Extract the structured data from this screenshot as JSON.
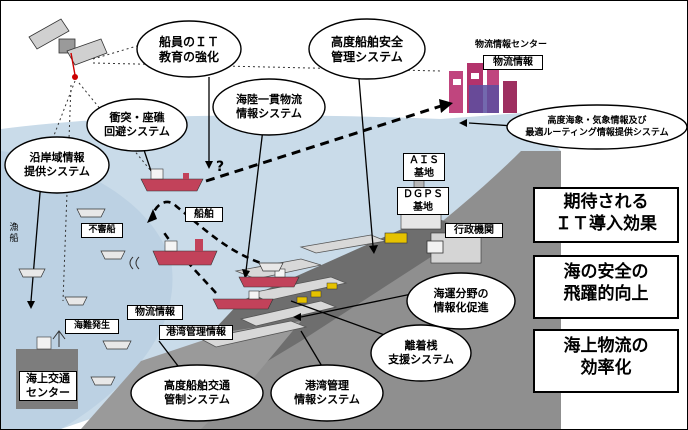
{
  "bubbles": {
    "crew_it": [
      "船員のＩＴ",
      "教育の強化"
    ],
    "advanced_safety": [
      "高度船舶安全",
      "管理システム"
    ],
    "collision": [
      "衝突・座礁",
      "回避システム"
    ],
    "intermodal": [
      "海陸一貫物流",
      "情報システム"
    ],
    "coastal": [
      "沿岸域情報",
      "提供システム"
    ],
    "port_it": [
      "海運分野の",
      "情報化促進"
    ],
    "berthing": [
      "離着桟",
      "支援システム"
    ],
    "vts": [
      "高度船舶交通",
      "管制システム"
    ],
    "port_mgmt": [
      "港湾管理",
      "情報システム"
    ]
  },
  "labels": {
    "logistics_center": "物流情報センター",
    "logistics_info": "物流情報",
    "weather": [
      "高度海象・気象情報及び",
      "最適ルーティング情報提供システム"
    ],
    "ais": [
      "ＡＩＳ",
      "基地"
    ],
    "dgps": [
      "ＤＧＰＳ",
      "基地"
    ],
    "gov": "行政機関",
    "ship": "船舶",
    "fishing": [
      "漁",
      "船"
    ],
    "suspicious": "不審船",
    "question": "?",
    "accident": "海難発生",
    "logistics_info2": "物流情報",
    "port_info": "港湾管理情報",
    "vts_center": [
      "海上交通",
      "センター"
    ]
  },
  "effects": {
    "title": [
      "期待される",
      "ＩＴ導入効果"
    ],
    "safety": [
      "海の安全の",
      "飛躍的向上"
    ],
    "efficiency": [
      "海上物流の",
      "効率化"
    ]
  },
  "colors": {
    "sea": "#c9dbe9",
    "land": "#8f8f8f",
    "ship_red": "#c2425a",
    "building": "#c0457e"
  }
}
